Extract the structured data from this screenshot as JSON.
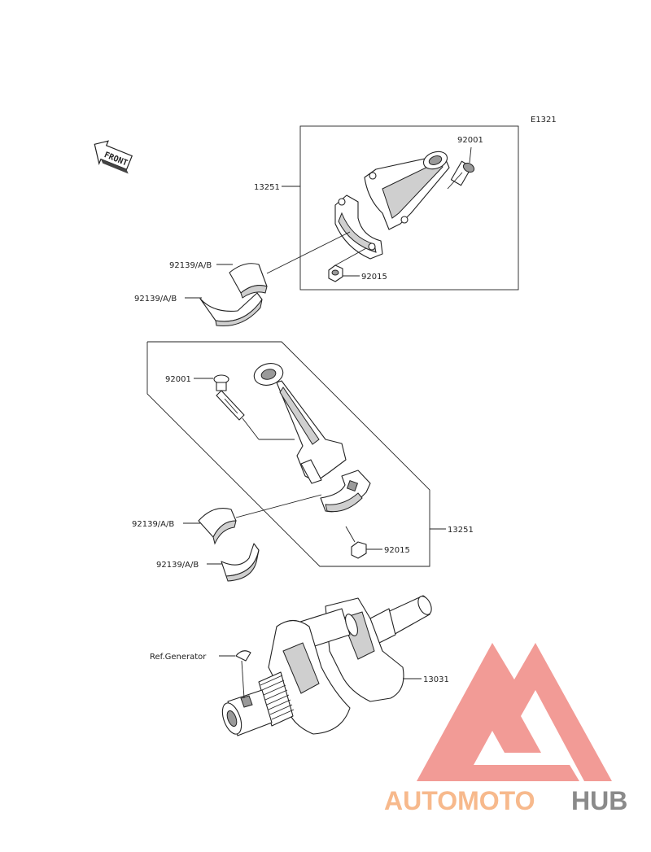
{
  "diagram_code": "E1321",
  "front_label": "FRONT",
  "upper_group": {
    "assembly_label": "13251",
    "bolt_label": "92001",
    "nut_label": "92015",
    "bearing_upper_label": "92139/A/B",
    "bearing_lower_label": "92139/A/B"
  },
  "lower_group": {
    "assembly_label": "13251",
    "bolt_label": "92001",
    "nut_label": "92015",
    "bearing_upper_label": "92139/A/B",
    "bearing_lower_label": "92139/A/B"
  },
  "crankshaft": {
    "label": "13031",
    "ref_label": "Ref.Generator"
  },
  "watermark": {
    "text_part1": "AUTOMOTO",
    "text_part2": "HUB",
    "color_part1": "#f7b98c",
    "color_part2": "#8a8a8a",
    "logo_color": "#f08a84"
  }
}
